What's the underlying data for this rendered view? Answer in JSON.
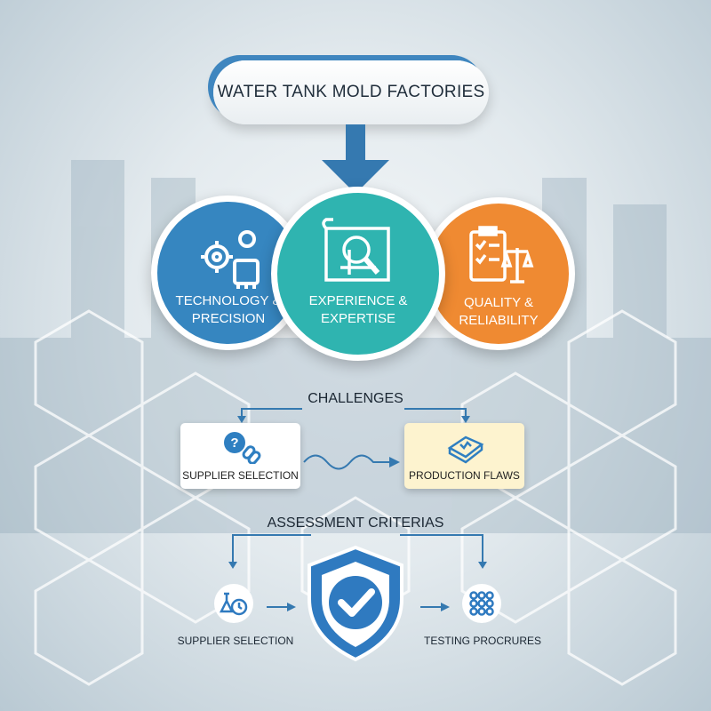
{
  "title": "Water Tank Mold Factories",
  "pillars": [
    {
      "label": "Technology & Precision",
      "color": "#3686c0",
      "icon": "gears-chip-icon"
    },
    {
      "label": "Experience & Expertise",
      "color": "#2fb4b0",
      "icon": "blueprint-magnifier-icon"
    },
    {
      "label": "Quality & Reliability",
      "color": "#ef8a32",
      "icon": "checklist-scale-icon"
    }
  ],
  "challenges": {
    "heading": "Challenges",
    "items": [
      {
        "label": "Supplier Selection",
        "icon": "question-link-icon"
      },
      {
        "label": "Production Flaws",
        "icon": "flawed-part-icon"
      }
    ]
  },
  "assessment": {
    "heading": "Assessment Criterias",
    "center_icon": "shield-check-icon",
    "items": [
      {
        "label": "Supplier Selection",
        "icon": "lab-timer-icon"
      },
      {
        "label": "Testing Procrures",
        "icon": "dot-grid-icon"
      }
    ]
  },
  "colors": {
    "blue": "#3686c0",
    "teal": "#2fb4b0",
    "orange": "#ef8a32",
    "dark": "#1b2733"
  }
}
